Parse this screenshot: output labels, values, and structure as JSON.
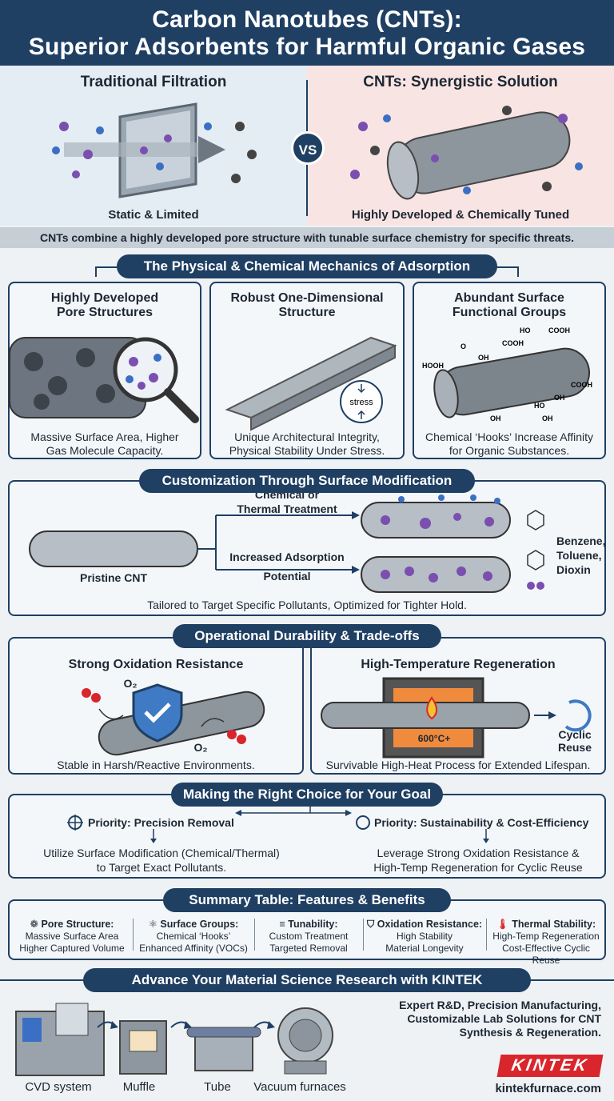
{
  "header": {
    "line1": "Carbon Nanotubes (CNTs):",
    "line2": "Superior Adsorbents for Harmful Organic Gases"
  },
  "comparison": {
    "left_title": "Traditional Filtration",
    "left_caption": "Static & Limited",
    "badge": "VS",
    "right_title": "CNTs: Synergistic Solution",
    "right_caption": "Highly Developed & Chemically Tuned"
  },
  "intro_note": "CNTs combine a highly developed pore structure with tunable surface chemistry for specific threats.",
  "mechanics": {
    "heading": "The Physical & Chemical Mechanics of Adsorption",
    "cards": [
      {
        "title1": "Highly Developed",
        "title2": "Pore Structures",
        "cap1": "Massive Surface Area, Higher",
        "cap2": "Gas Molecule Capacity."
      },
      {
        "title1": "Robust One-Dimensional",
        "title2": "Structure",
        "cap1": "Unique Architectural Integrity,",
        "cap2": "Physical Stability Under Stress.",
        "stress_label": "stress"
      },
      {
        "title1": "Abundant Surface",
        "title2": "Functional Groups",
        "cap1": "Chemical ‘Hooks’ Increase Affinity",
        "cap2": "for Organic Substances."
      }
    ],
    "group_labels": [
      "COOH",
      "HO",
      "HOOH",
      "OH",
      "O",
      "COOH",
      "OH",
      "HO",
      "OH",
      "OH",
      "COOH"
    ]
  },
  "customization": {
    "heading": "Customization Through Surface Modification",
    "pristine": "Pristine CNT",
    "top_label1": "Chemical or",
    "top_label2": "Thermal Treatment",
    "bottom_label1": "Increased Adsorption",
    "bottom_label2": "Potential",
    "targets": "Benzene,\nToluene,\nDioxin",
    "target1": "Benzene,",
    "target2": "Toluene,",
    "target3": "Dioxin",
    "caption": "Tailored to Target Specific Pollutants, Optimized for Tighter Hold."
  },
  "durability": {
    "heading": "Operational Durability & Trade-offs",
    "left_title": "Strong Oxidation Resistance",
    "o2a": "O₂",
    "o2b": "O₂",
    "left_caption": "Stable in Harsh/Reactive Environments.",
    "right_title": "High-Temperature Regeneration",
    "temp": "600°C+",
    "reuse1": "Cyclic",
    "reuse2": "Reuse",
    "right_caption": "Survivable High-Heat Process for Extended Lifespan."
  },
  "choice": {
    "heading": "Making the Right Choice for Your Goal",
    "left_priority": "Priority: Precision Removal",
    "left_desc1": "Utilize Surface Modification (Chemical/Thermal)",
    "left_desc2": "to Target Exact Pollutants.",
    "right_priority": "Priority: Sustainability & Cost-Efficiency",
    "right_desc1": "Leverage Strong Oxidation Resistance &",
    "right_desc2": "High-Temp Regeneration for Cyclic Reuse"
  },
  "summary": {
    "heading": "Summary Table: Features & Benefits",
    "cells": [
      {
        "title": "Pore Structure:",
        "l1": "Massive Surface Area",
        "l2": "Higher Captured Volume",
        "icon": "pore-icon"
      },
      {
        "title": "Surface Groups:",
        "l1": "Chemical ‘Hooks’",
        "l2": "Enhanced Affinity (VOCs)",
        "icon": "molecule-icon"
      },
      {
        "title": "Tunability:",
        "l1": "Custom Treatment",
        "l2": "Targeted Removal",
        "icon": "sliders-icon"
      },
      {
        "title": "Oxidation Resistance:",
        "l1": "High Stability",
        "l2": "Material Longevity",
        "icon": "shield-icon"
      },
      {
        "title": "Thermal Stability:",
        "l1": "High-Temp Regeneration",
        "l2": "Cost-Effective Cyclic Reuse",
        "icon": "thermometer-icon"
      }
    ]
  },
  "kintek": {
    "heading": "Advance Your Material Science Research with KINTEK",
    "tag1": "Expert R&D, Precision Manufacturing,",
    "tag2": "Customizable Lab Solutions for CNT",
    "tag3": "Synthesis & Regeneration.",
    "equipment": [
      "CVD system",
      "Muffle",
      "Tube",
      "Vacuum furnaces"
    ],
    "logo": "KINTEK",
    "url": "kintekfurnace.com"
  },
  "colors": {
    "navy": "#1f3f63",
    "accent_red": "#d8262c",
    "tube_gray": "#6d7680",
    "purple": "#7a4fb0"
  }
}
